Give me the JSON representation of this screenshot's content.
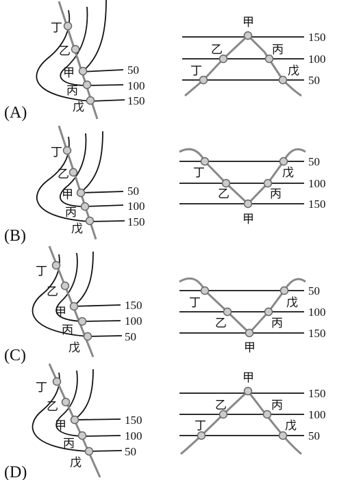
{
  "options": [
    {
      "label": "(A)",
      "contour_values": [
        "50",
        "100",
        "150"
      ],
      "profile_values": [
        "150",
        "100",
        "50"
      ],
      "points": {
        "jia": "甲",
        "yi": "乙",
        "bing": "丙",
        "ding": "丁",
        "wu": "戊"
      }
    },
    {
      "label": "(B)",
      "contour_values": [
        "50",
        "100",
        "150"
      ],
      "profile_values": [
        "50",
        "100",
        "150"
      ],
      "points": {
        "jia": "甲",
        "yi": "乙",
        "bing": "丙",
        "ding": "丁",
        "wu": "戊"
      }
    },
    {
      "label": "(C)",
      "contour_values": [
        "150",
        "100",
        "50"
      ],
      "profile_values": [
        "50",
        "100",
        "150"
      ],
      "points": {
        "jia": "甲",
        "yi": "乙",
        "bing": "丙",
        "ding": "丁",
        "wu": "戊"
      }
    },
    {
      "label": "(D)",
      "contour_values": [
        "150",
        "100",
        "50"
      ],
      "profile_values": [
        "150",
        "100",
        "50"
      ],
      "points": {
        "jia": "甲",
        "yi": "乙",
        "bing": "丙",
        "ding": "丁",
        "wu": "戊"
      }
    }
  ]
}
